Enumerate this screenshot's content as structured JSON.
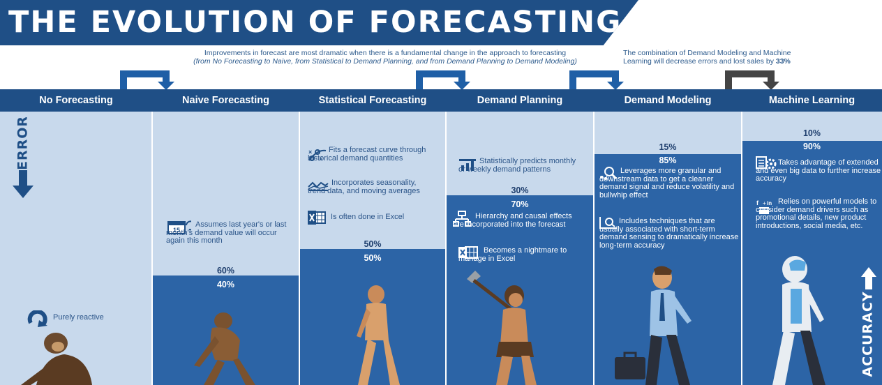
{
  "title": "THE EVOLUTION OF FORECASTING",
  "intro": {
    "line1": "Improvements in forecast are most dramatic when there is a fundamental change in the approach to forecasting",
    "line2": "(from No Forecasting to Naive, from Statistical to Demand Planning, and from Demand Planning to Demand Modeling)"
  },
  "combo_note": {
    "line1": "The combination of Demand Modeling and Machine",
    "line2_prefix": "Learning will decrease errors and lost sales by ",
    "line2_value": "33%"
  },
  "side_labels": {
    "error": "ERROR",
    "accuracy": "ACCURACY"
  },
  "columns": [
    {
      "name": "No Forecasting",
      "error_pct": null,
      "accuracy_pct": null,
      "features": [
        "Purely reactive"
      ]
    },
    {
      "name": "Naive Forecasting",
      "error_pct": "60%",
      "accuracy_pct": "40%",
      "features": [
        "Assumes last year's or last month's demand value will occur again this month"
      ]
    },
    {
      "name": "Statistical Forecasting",
      "error_pct": "50%",
      "accuracy_pct": "50%",
      "features": [
        "Fits a forecast curve through historical demand quantities",
        "Incorporates seasonality, trend data, and moving averages",
        "Is often done in Excel"
      ]
    },
    {
      "name": "Demand Planning",
      "error_pct": "30%",
      "accuracy_pct": "70%",
      "features": [
        "Statistically predicts monthly or weekly demand patterns",
        "Hierarchy and causal effects are incorporated into the forecast",
        "Becomes a nightmare to manage in Excel"
      ]
    },
    {
      "name": "Demand Modeling",
      "error_pct": "15%",
      "accuracy_pct": "85%",
      "features": [
        "Leverages more granular and downstream data to get a cleaner demand signal and reduce volatility and bullwhip effect",
        "Includes techniques that are usually associated with short-term demand sensing to dramatically increase long-term accuracy"
      ]
    },
    {
      "name": "Machine Learning",
      "error_pct": "10%",
      "accuracy_pct": "90%",
      "features": [
        "Takes advantage of extended and even big data to further increase accuracy",
        "Relies on powerful models to consider demand drivers such as promotional details, new product introductions, social media, etc."
      ]
    }
  ],
  "calendar_icon_text": "15",
  "colors": {
    "primary_blue": "#1f4f86",
    "accuracy_blue": "#2c64a6",
    "error_light": "#c8d9ec",
    "dark_arrow": "#444444"
  }
}
